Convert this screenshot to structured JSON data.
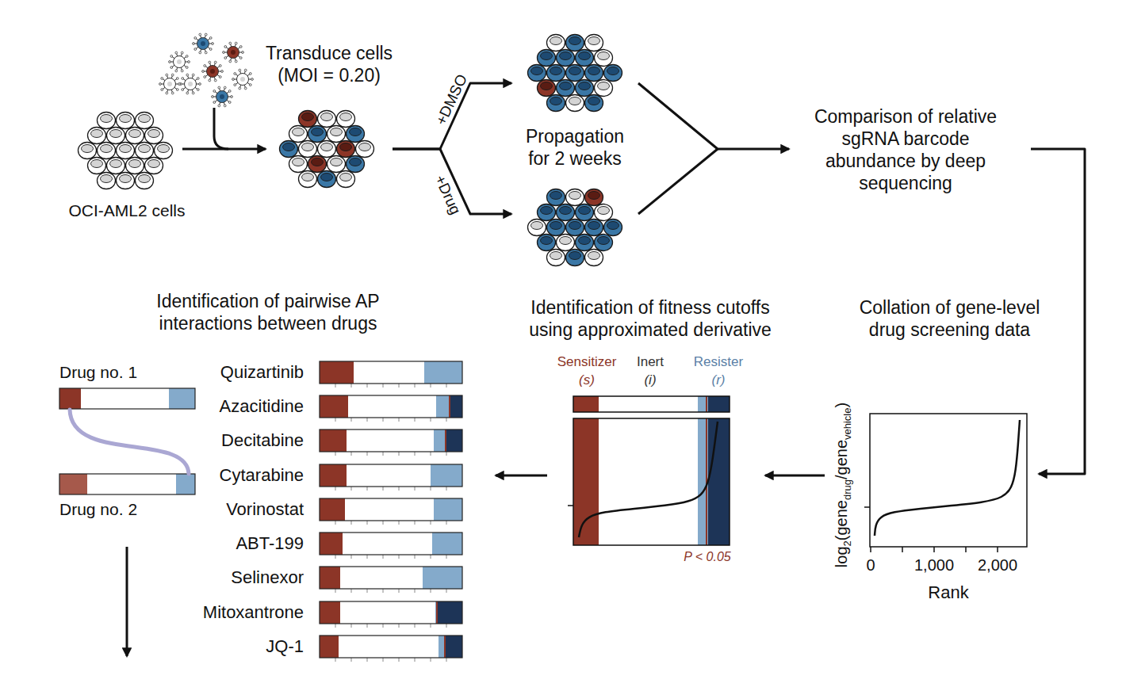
{
  "diagram": {
    "nodes": [
      {
        "text": [
          "OCI-AML2 cells"
        ]
      },
      {
        "text": [
          "Transduce cells (MOI = 0.20)"
        ]
      },
      {
        "text": [
          "Propagation for 2 weeks"
        ]
      },
      {
        "text": [
          "Comparison of relative sgRNA barcode abundance by deep sequencing"
        ]
      },
      {
        "text": [
          "Collation of gene-level drug screening data"
        ]
      },
      {
        "text": [
          "Identification of fitness cutoffs using approximated derivative"
        ]
      },
      {
        "text": [
          "Identification of pairwise AP interactions between drugs"
        ]
      }
    ],
    "edges": [
      {
        "from": 0,
        "to": 1,
        "arrow": "to"
      },
      {
        "from": 1,
        "to": 2,
        "label": "+DMSO",
        "arrow": "to"
      },
      {
        "from": 1,
        "to": 2,
        "label": "+Drug",
        "arrow": "to"
      },
      {
        "from": 2,
        "to": 3,
        "arrow": "to"
      },
      {
        "from": 3,
        "to": 4,
        "arrow": "to"
      },
      {
        "from": 4,
        "to": 5,
        "arrow": "to"
      },
      {
        "from": 5,
        "to": 6,
        "arrow": "to"
      }
    ],
    "labels": [
      "log",
      "2",
      "(gene",
      "drug",
      "/gene",
      "vehicle",
      ")",
      "0",
      "1,000",
      "2,000",
      "Rank",
      "Sensitizer",
      "(s)",
      "Inert",
      "(i)",
      "Resister",
      "(r)",
      "P < 0.05",
      "Drug no. 1",
      "Drug no. 2",
      "Quizartinib",
      "Azacitidine",
      "Decitabine",
      "Cytarabine",
      "Vorinostat",
      "ABT-199",
      "Selinexor",
      "Mitoxantrone",
      "JQ-1"
    ]
  }
}
